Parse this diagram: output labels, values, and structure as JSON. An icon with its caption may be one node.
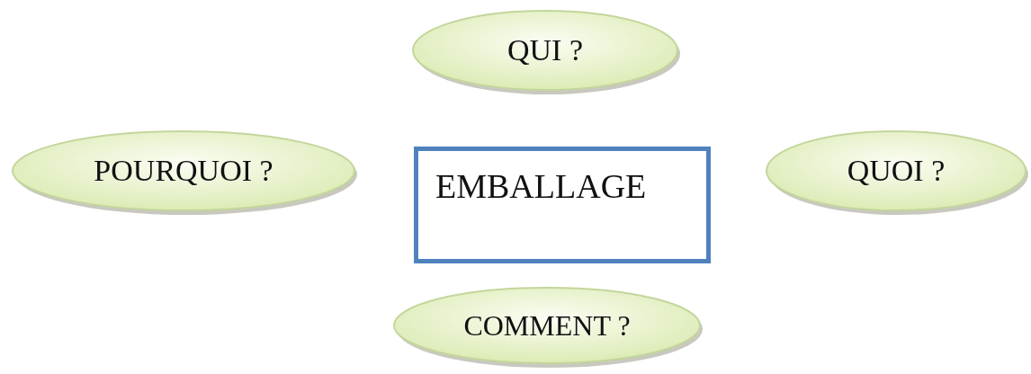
{
  "diagram": {
    "nodes": [
      {
        "text": [
          "QUI ?"
        ]
      },
      {
        "text": [
          "POURQUOI ?"
        ]
      },
      {
        "text": [
          "EMBALLAGE"
        ]
      },
      {
        "text": [
          "QUOI ?"
        ]
      },
      {
        "text": [
          "COMMENT ?"
        ]
      }
    ]
  }
}
